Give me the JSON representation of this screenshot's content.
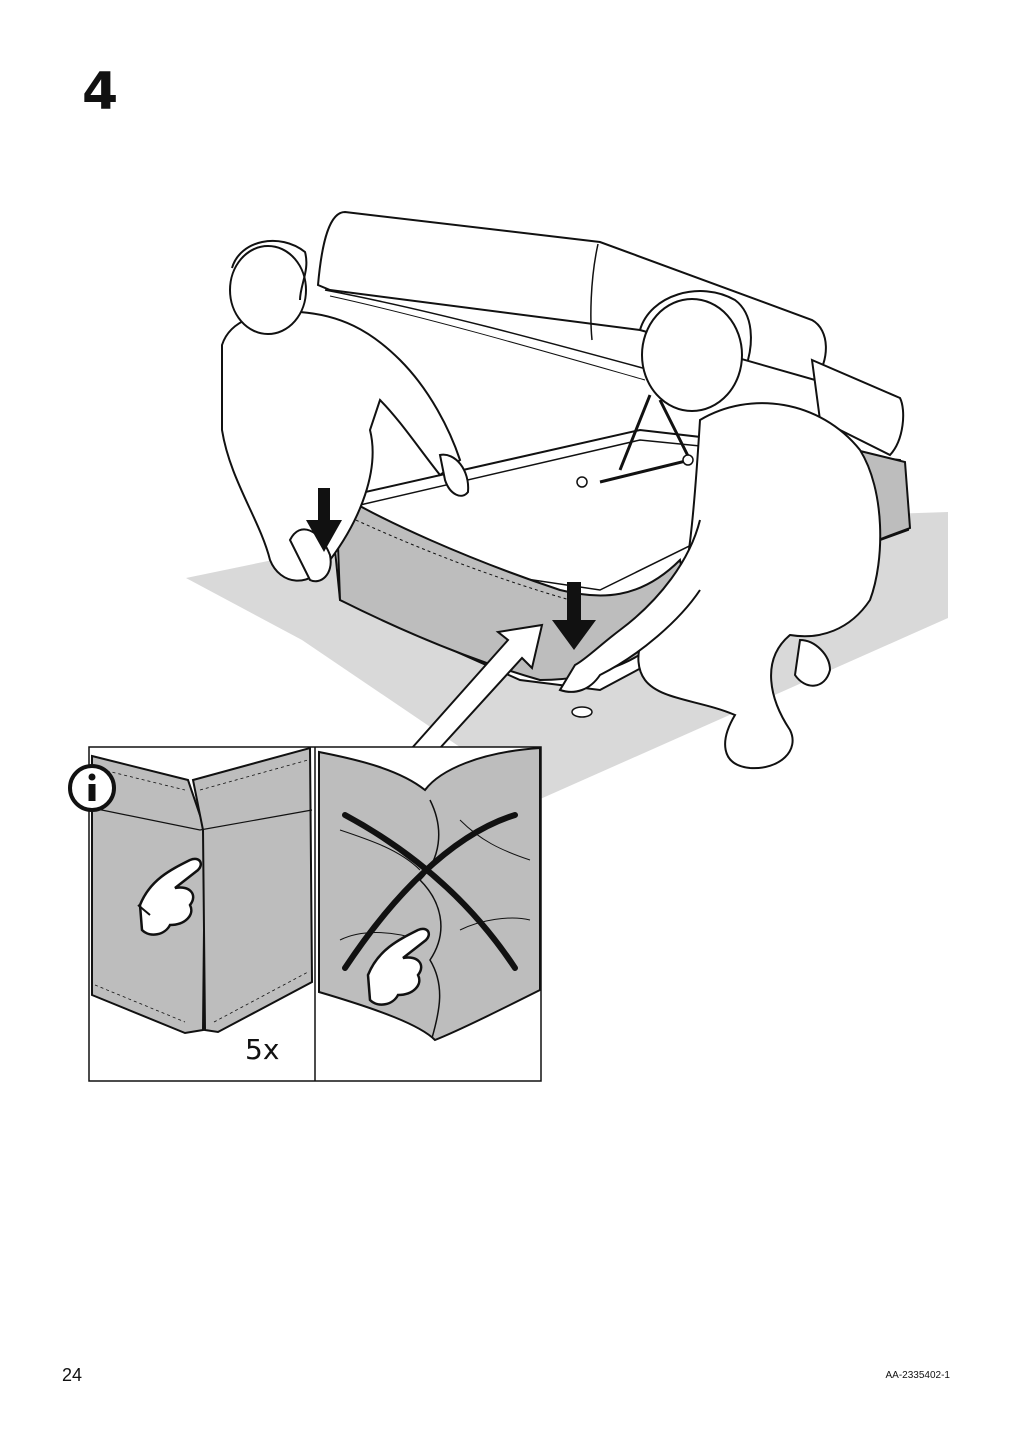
{
  "step": {
    "number": "4"
  },
  "illustration": {
    "scene_icon": "two-people-tucking-sofa-cover-illustration",
    "info_icon": "info-icon",
    "correct_icon": "pointing-hand-icon",
    "incorrect_icon": "cross-mark-icon",
    "count_label": "5x"
  },
  "footer": {
    "page_number": "24",
    "document_code": "AA-2335402-1"
  },
  "colors": {
    "fabric_grey": "#bdbdbd",
    "floor_grey": "#d9d9d9",
    "ink": "#111111"
  }
}
